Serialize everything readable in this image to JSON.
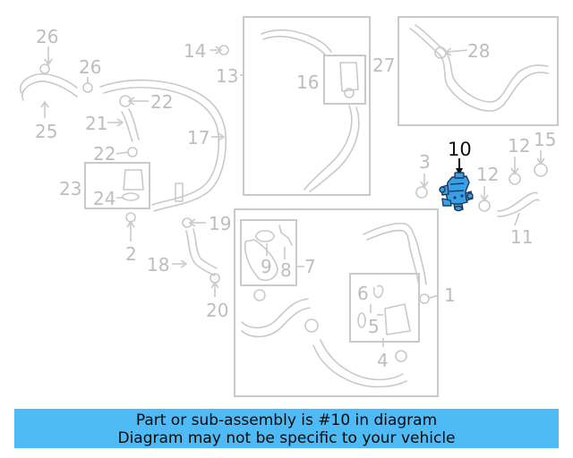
{
  "callouts": {
    "n1": "1",
    "n2": "2",
    "n3": "3",
    "n4": "4",
    "n5": "5",
    "n6": "6",
    "n7": "7",
    "n8": "8",
    "n9": "9",
    "n10": "10",
    "n11": "11",
    "n12a": "12",
    "n12b": "12",
    "n13": "13",
    "n14": "14",
    "n15": "15",
    "n16": "16",
    "n17": "17",
    "n18": "18",
    "n19": "19",
    "n20": "20",
    "n21": "21",
    "n22a": "22",
    "n22b": "22",
    "n23": "23",
    "n24": "24",
    "n25": "25",
    "n26a": "26",
    "n26b": "26",
    "n27": "27",
    "n28": "28"
  },
  "highlight": {
    "part_number": "10",
    "color": "#3aa0e6"
  },
  "banner": {
    "line1": "Part or sub-assembly is #10 in diagram",
    "line2": "Diagram may not be specific to your vehicle",
    "background": "#4fbbf6"
  }
}
